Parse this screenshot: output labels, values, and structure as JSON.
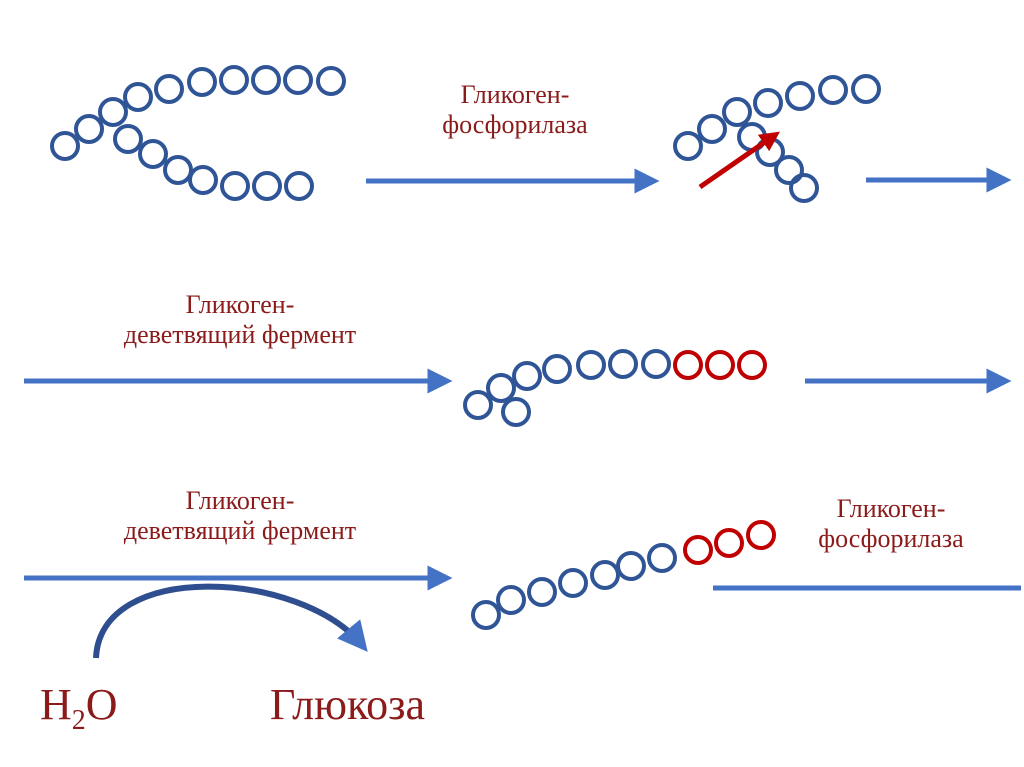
{
  "colors": {
    "chain_blue": "#2f5597",
    "removed_red": "#c00000",
    "arrow_blue": "#4472c4",
    "label_red": "#8b1a1a",
    "curve_blue": "#2e4e8f"
  },
  "steps": [
    {
      "enzyme_label": [
        "Гликоген-",
        "фосфорилаза"
      ]
    },
    {
      "enzyme_label": [
        "Гликоген-",
        "деветвящий фермент"
      ]
    },
    {
      "enzyme_label": [
        "Гликоген-",
        "деветвящий фермент"
      ],
      "reactant": {
        "base": "H",
        "subscript": "2",
        "rest": "O"
      },
      "product": "Глюкоза",
      "next_enzyme_label": [
        "Гликоген-",
        "фосфорилаза"
      ]
    }
  ]
}
